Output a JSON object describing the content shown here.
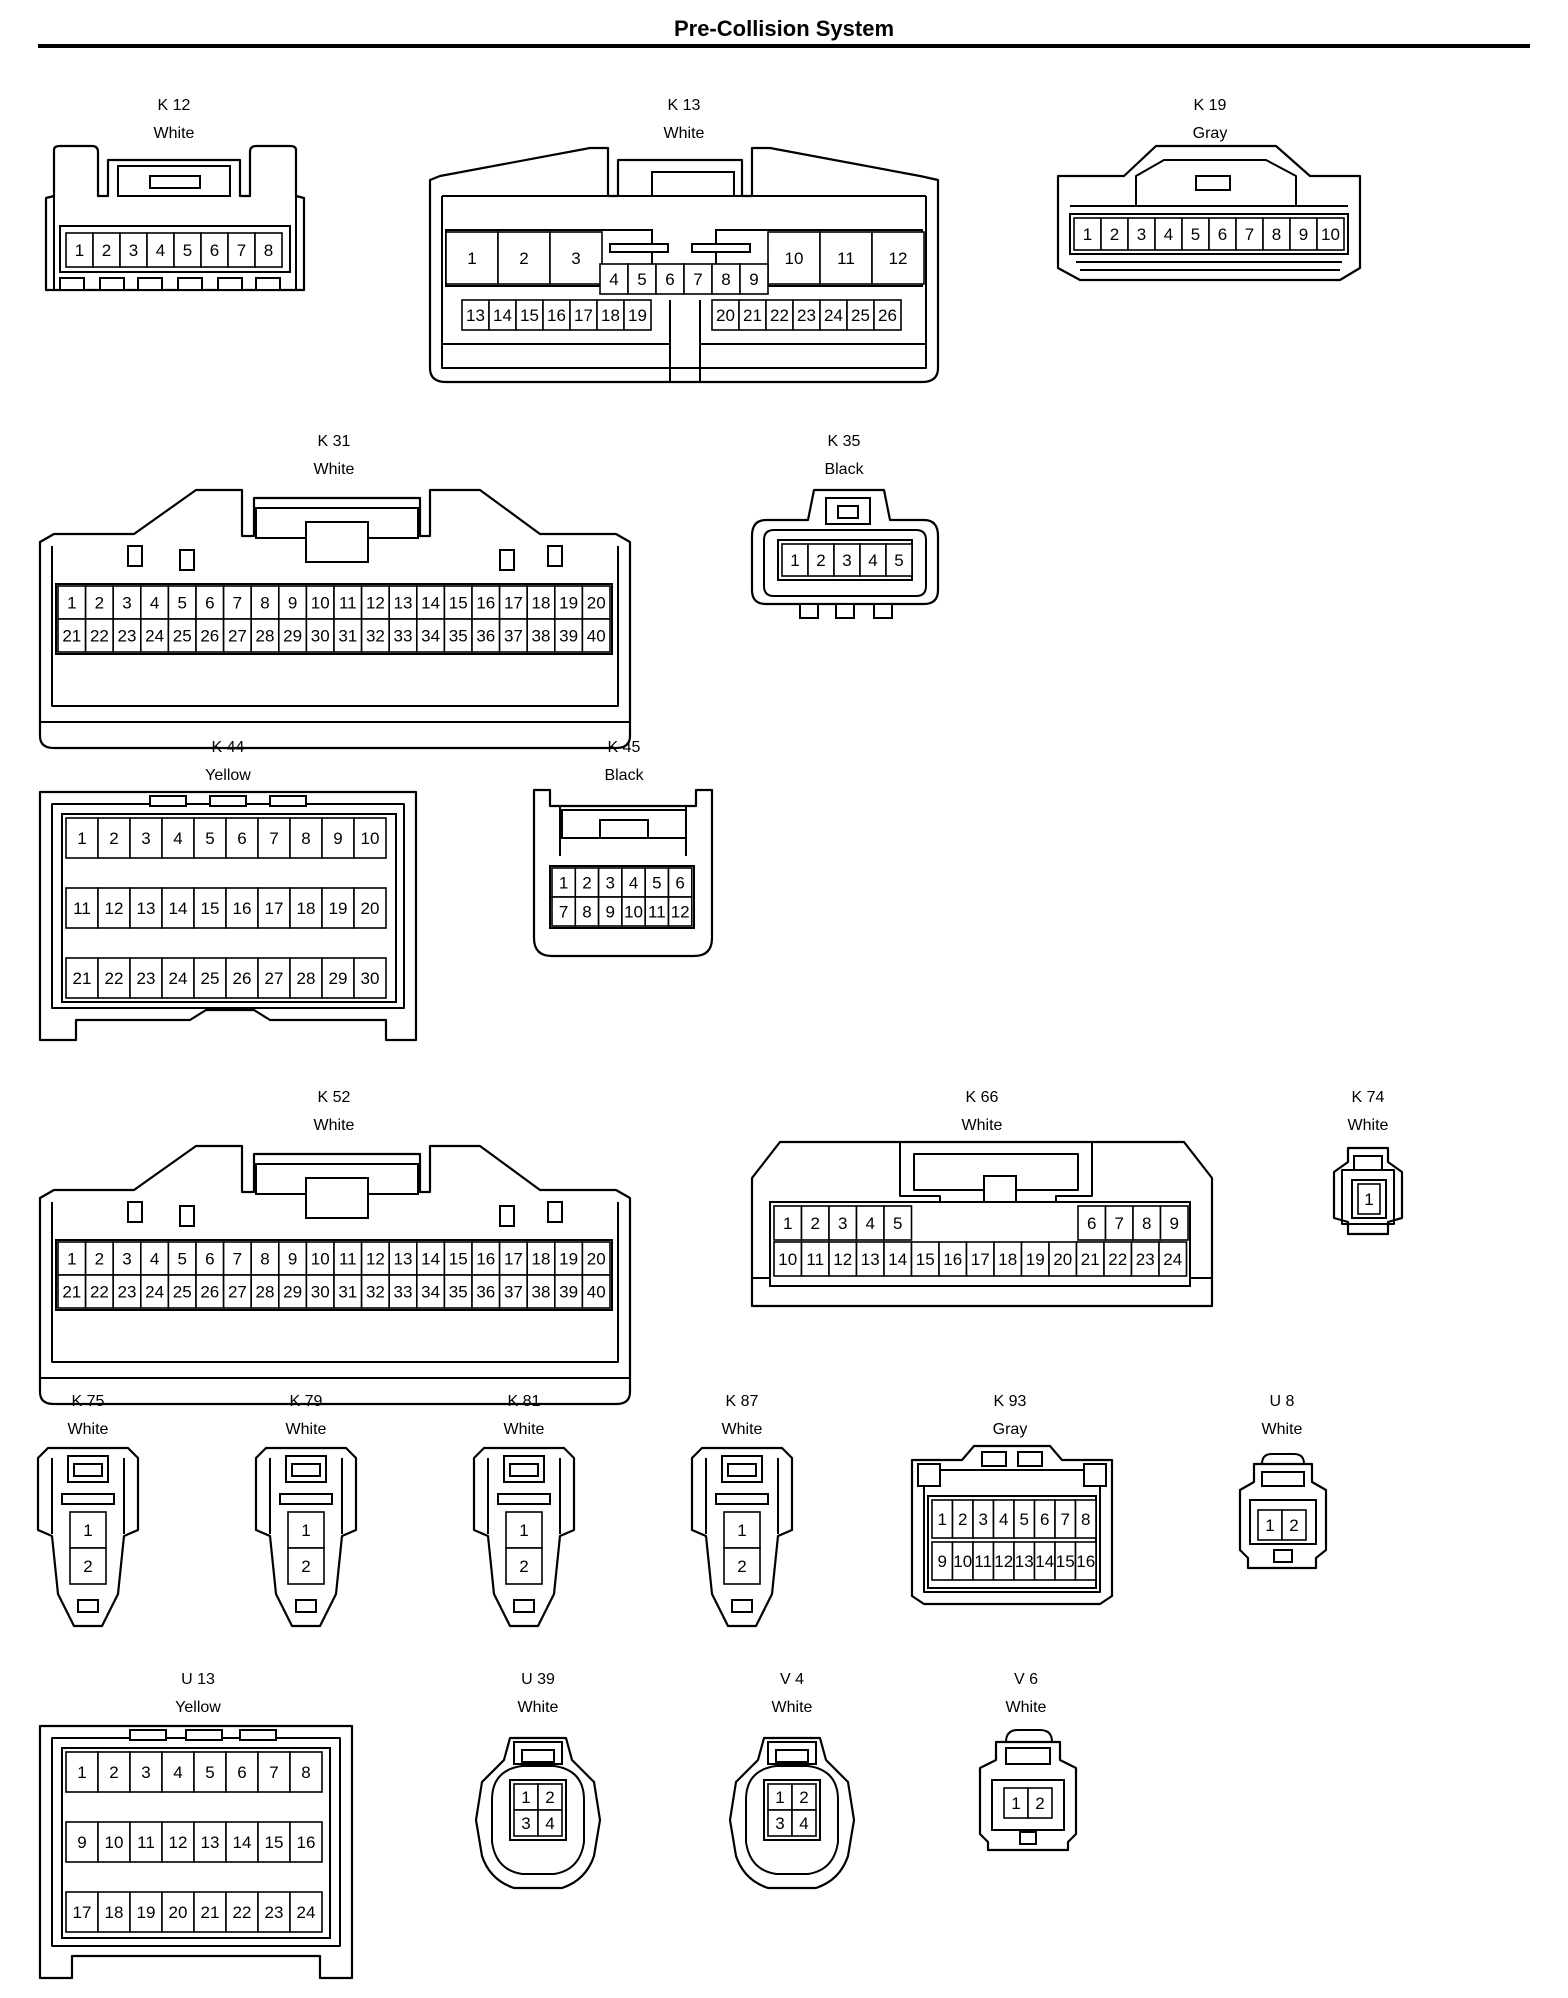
{
  "title": "Pre-Collision System",
  "connectors": [
    {
      "id": "K 12",
      "color": "White",
      "pins": [
        [
          1,
          2,
          3,
          4,
          5,
          6,
          7,
          8
        ]
      ]
    },
    {
      "id": "K 13",
      "color": "White",
      "pins": [
        [
          1,
          2,
          3,
          10,
          11,
          12
        ],
        [
          4,
          5,
          6,
          7,
          8,
          9
        ],
        [
          13,
          14,
          15,
          16,
          17,
          18,
          19,
          20,
          21,
          22,
          23,
          24,
          25,
          26
        ]
      ]
    },
    {
      "id": "K 19",
      "color": "Gray",
      "pins": [
        [
          1,
          2,
          3,
          4,
          5,
          6,
          7,
          8,
          9,
          10
        ]
      ]
    },
    {
      "id": "K 31",
      "color": "White",
      "pins": [
        [
          1,
          2,
          3,
          4,
          5,
          6,
          7,
          8,
          9,
          10,
          11,
          12,
          13,
          14,
          15,
          16,
          17,
          18,
          19,
          20
        ],
        [
          21,
          22,
          23,
          24,
          25,
          26,
          27,
          28,
          29,
          30,
          31,
          32,
          33,
          34,
          35,
          36,
          37,
          38,
          39,
          40
        ]
      ]
    },
    {
      "id": "K 35",
      "color": "Black",
      "pins": [
        [
          1,
          2,
          3,
          4,
          5
        ]
      ]
    },
    {
      "id": "K 44",
      "color": "Yellow",
      "pins": [
        [
          1,
          2,
          3,
          4,
          5,
          6,
          7,
          8,
          9,
          10
        ],
        [
          11,
          12,
          13,
          14,
          15,
          16,
          17,
          18,
          19,
          20
        ],
        [
          21,
          22,
          23,
          24,
          25,
          26,
          27,
          28,
          29,
          30
        ]
      ]
    },
    {
      "id": "K 45",
      "color": "Black",
      "pins": [
        [
          1,
          2,
          3,
          4,
          5,
          6
        ],
        [
          7,
          8,
          9,
          10,
          11,
          12
        ]
      ]
    },
    {
      "id": "K 52",
      "color": "White",
      "pins": [
        [
          1,
          2,
          3,
          4,
          5,
          6,
          7,
          8,
          9,
          10,
          11,
          12,
          13,
          14,
          15,
          16,
          17,
          18,
          19,
          20
        ],
        [
          21,
          22,
          23,
          24,
          25,
          26,
          27,
          28,
          29,
          30,
          31,
          32,
          33,
          34,
          35,
          36,
          37,
          38,
          39,
          40
        ]
      ]
    },
    {
      "id": "K 66",
      "color": "White",
      "pins": [
        [
          1,
          2,
          3,
          4,
          5,
          6,
          7,
          8,
          9
        ],
        [
          10,
          11,
          12,
          13,
          14,
          15,
          16,
          17,
          18,
          19,
          20,
          21,
          22,
          23,
          24
        ]
      ]
    },
    {
      "id": "K 74",
      "color": "White",
      "pins": [
        [
          1
        ]
      ]
    },
    {
      "id": "K 75",
      "color": "White",
      "pins": [
        [
          1
        ],
        [
          2
        ]
      ]
    },
    {
      "id": "K 79",
      "color": "White",
      "pins": [
        [
          1
        ],
        [
          2
        ]
      ]
    },
    {
      "id": "K 81",
      "color": "White",
      "pins": [
        [
          1
        ],
        [
          2
        ]
      ]
    },
    {
      "id": "K 87",
      "color": "White",
      "pins": [
        [
          1
        ],
        [
          2
        ]
      ]
    },
    {
      "id": "K 93",
      "color": "Gray",
      "pins": [
        [
          1,
          2,
          3,
          4,
          5,
          6,
          7,
          8
        ],
        [
          9,
          10,
          11,
          12,
          13,
          14,
          15,
          16
        ]
      ]
    },
    {
      "id": "U 8",
      "color": "White",
      "pins": [
        [
          1,
          2
        ]
      ]
    },
    {
      "id": "U 13",
      "color": "Yellow",
      "pins": [
        [
          1,
          2,
          3,
          4,
          5,
          6,
          7,
          8
        ],
        [
          9,
          10,
          11,
          12,
          13,
          14,
          15,
          16
        ],
        [
          17,
          18,
          19,
          20,
          21,
          22,
          23,
          24
        ]
      ]
    },
    {
      "id": "U 39",
      "color": "White",
      "pins": [
        [
          1,
          2
        ],
        [
          3,
          4
        ]
      ]
    },
    {
      "id": "V 4",
      "color": "White",
      "pins": [
        [
          1,
          2
        ],
        [
          3,
          4
        ]
      ]
    },
    {
      "id": "V 6",
      "color": "White",
      "pins": [
        [
          1,
          2
        ]
      ]
    }
  ]
}
